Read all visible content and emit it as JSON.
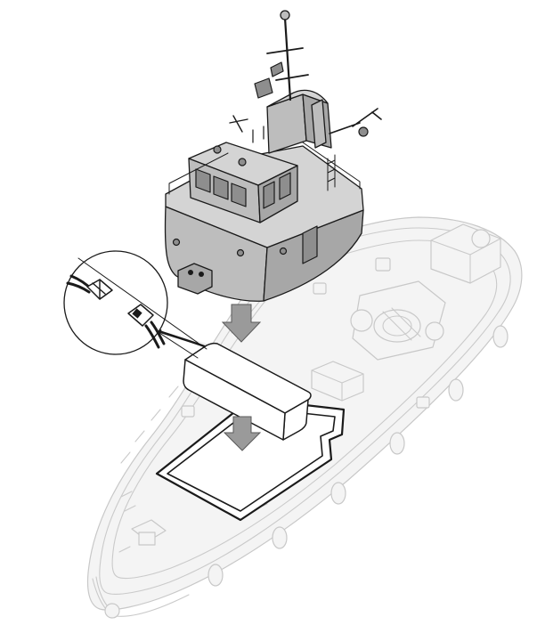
{
  "figure": {
    "kind": "assembly-illustration",
    "colors": {
      "background": "#ffffff",
      "ghost_hull": "#c8c8c8",
      "cabin_gray": "#a7a7a7",
      "ink": "#1a1a1a",
      "arrow_gray": "#9a9a9a"
    },
    "parts": [
      {
        "id": "superstructure",
        "label": ""
      },
      {
        "id": "battery-pack",
        "label": ""
      },
      {
        "id": "connector-plug",
        "label": ""
      },
      {
        "id": "hull",
        "label": ""
      }
    ]
  }
}
